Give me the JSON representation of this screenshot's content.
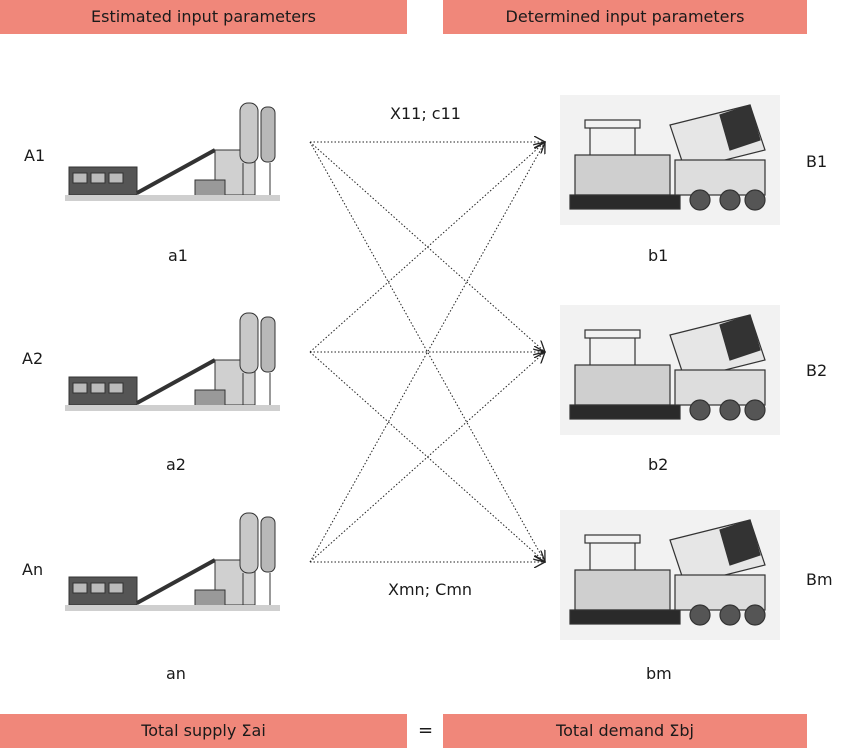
{
  "header": {
    "left": "Estimated input parameters",
    "right": "Determined input parameters"
  },
  "footer": {
    "left": "Total supply Σai",
    "equals": "=",
    "right": "Total demand Σbj"
  },
  "supply": [
    {
      "id": "A1",
      "capacity": "a1"
    },
    {
      "id": "A2",
      "capacity": "a2"
    },
    {
      "id": "An",
      "capacity": "an"
    }
  ],
  "demand": [
    {
      "id": "B1",
      "capacity": "b1"
    },
    {
      "id": "B2",
      "capacity": "b2"
    },
    {
      "id": "Bm",
      "capacity": "bm"
    }
  ],
  "edge_labels": {
    "top": "X11; c11",
    "bottom": "Xmn; Cmn"
  },
  "icons": {
    "supply": "concrete-batching-plant-icon",
    "demand": "asphalt-paver-with-dump-truck-icon"
  },
  "colors": {
    "banner": "#f0877a",
    "arrow": "#222222"
  }
}
